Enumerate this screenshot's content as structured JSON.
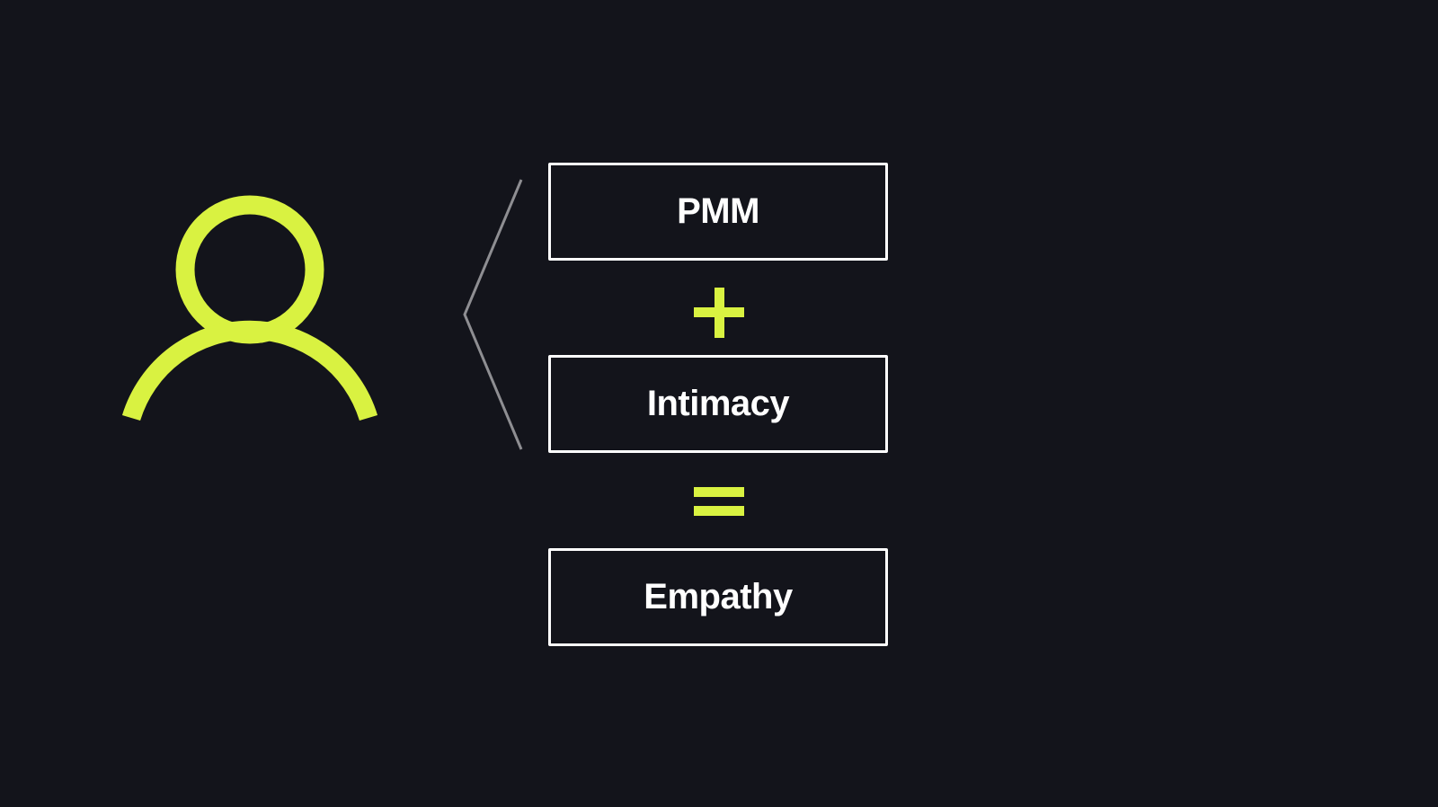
{
  "diagram": {
    "icons": {
      "person": "person-icon",
      "plus": "plus-icon",
      "equals": "equals-icon",
      "bracket": "bracket-icon"
    },
    "boxes": [
      {
        "label": "PMM"
      },
      {
        "label": "Intimacy"
      },
      {
        "label": "Empathy"
      }
    ]
  },
  "colors": {
    "background": "#13141b",
    "accent": "#d9f241",
    "text": "#ffffff",
    "box_border": "#ffffff",
    "bracket": "#8e8e92"
  }
}
